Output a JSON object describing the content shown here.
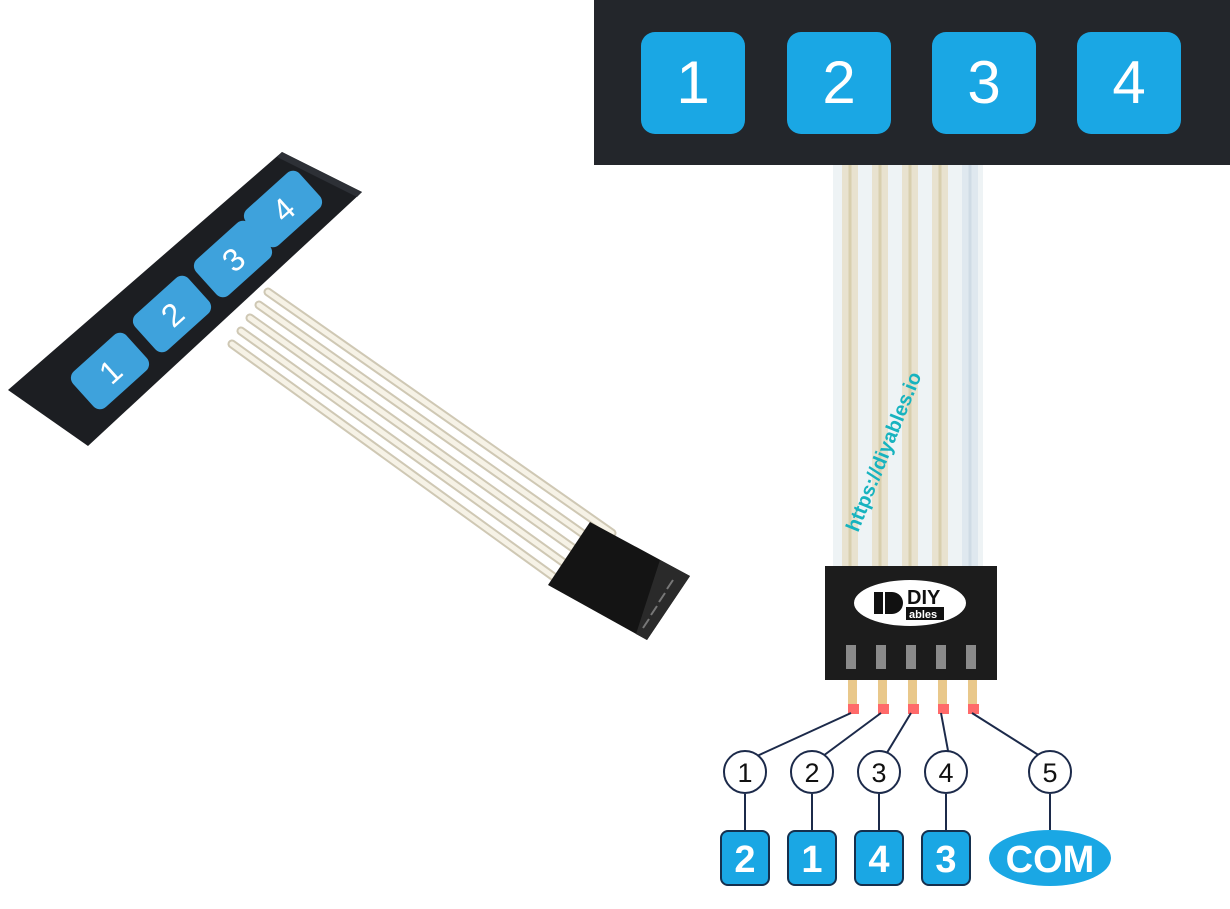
{
  "keypad": {
    "keys": [
      "1",
      "2",
      "3",
      "4"
    ],
    "key_color": "#1aa7e4",
    "panel_color": "#23262b"
  },
  "photo": {
    "keys": [
      "1",
      "2",
      "3",
      "4"
    ],
    "key_color": "#3ea2dc"
  },
  "watermark": {
    "url": "https://diyables.io"
  },
  "connector": {
    "logo_top": "DIY",
    "logo_bottom": "ables"
  },
  "pins": [
    {
      "number": "1",
      "label": "2"
    },
    {
      "number": "2",
      "label": "1"
    },
    {
      "number": "3",
      "label": "4"
    },
    {
      "number": "4",
      "label": "3"
    },
    {
      "number": "5",
      "label": "COM"
    }
  ],
  "colors": {
    "label_fill": "#1aa7e4",
    "leader_line": "#1c2a4a",
    "pin_pad": "#ff6a6a",
    "url_text": "#17b3bf"
  }
}
